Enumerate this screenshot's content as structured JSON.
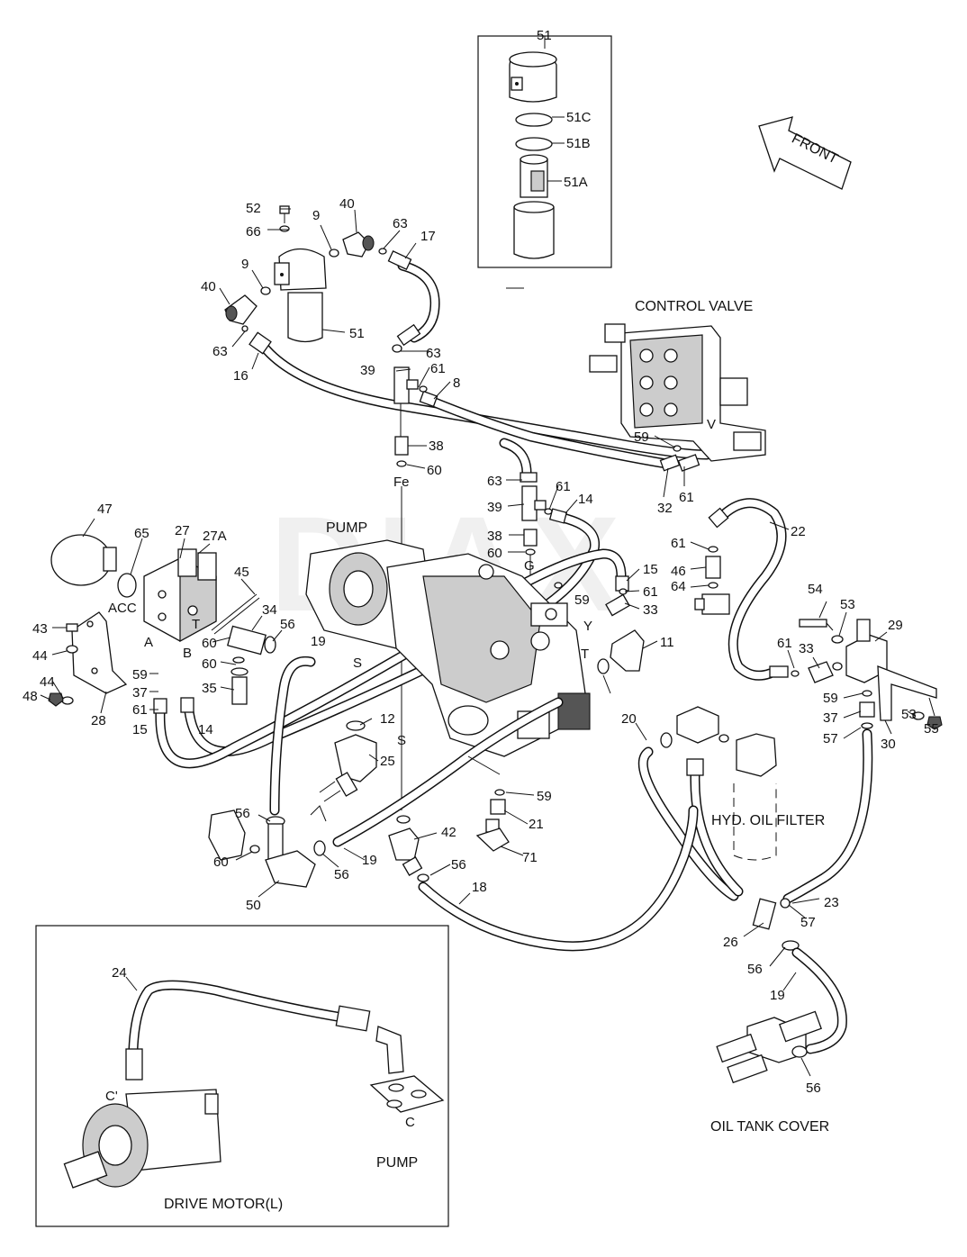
{
  "watermark": "DIAX",
  "captions": {
    "control_valve": "CONTROL VALVE",
    "pump_top": "PUMP",
    "hyd_oil_filter": "HYD. OIL FILTER",
    "oil_tank_cover": "OIL TANK COVER",
    "drive_motor": "DRIVE MOTOR(L)",
    "pump_inset": "PUMP",
    "front": "FRONT"
  },
  "port_labels": {
    "acc": "ACC",
    "t_acc": "T",
    "a": "A",
    "b": "B",
    "fe": "Fe",
    "g": "G",
    "y": "Y",
    "t": "T",
    "s1": "S",
    "s2": "S",
    "v": "V",
    "c_prime": "C'",
    "c": "C"
  },
  "part_labels": [
    "51",
    "51C",
    "51B",
    "51A",
    "52",
    "66",
    "9",
    "40",
    "63",
    "17",
    "9",
    "40",
    "51",
    "63",
    "16",
    "63",
    "39",
    "61",
    "8",
    "38",
    "60",
    "63",
    "39",
    "61",
    "14",
    "38",
    "60",
    "59",
    "61",
    "32",
    "47",
    "65",
    "27",
    "27A",
    "45",
    "22",
    "61",
    "46",
    "64",
    "15",
    "61",
    "59",
    "33",
    "11",
    "34",
    "56",
    "19",
    "60",
    "60",
    "35",
    "43",
    "44",
    "44",
    "48",
    "28",
    "59",
    "37",
    "61",
    "15",
    "14",
    "12",
    "25",
    "54",
    "53",
    "29",
    "61",
    "33",
    "59",
    "37",
    "57",
    "53",
    "55",
    "30",
    "20",
    "59",
    "21",
    "71",
    "56",
    "56",
    "60",
    "50",
    "19",
    "42",
    "56",
    "18",
    "23",
    "57",
    "26",
    "56",
    "19",
    "56",
    "24"
  ]
}
